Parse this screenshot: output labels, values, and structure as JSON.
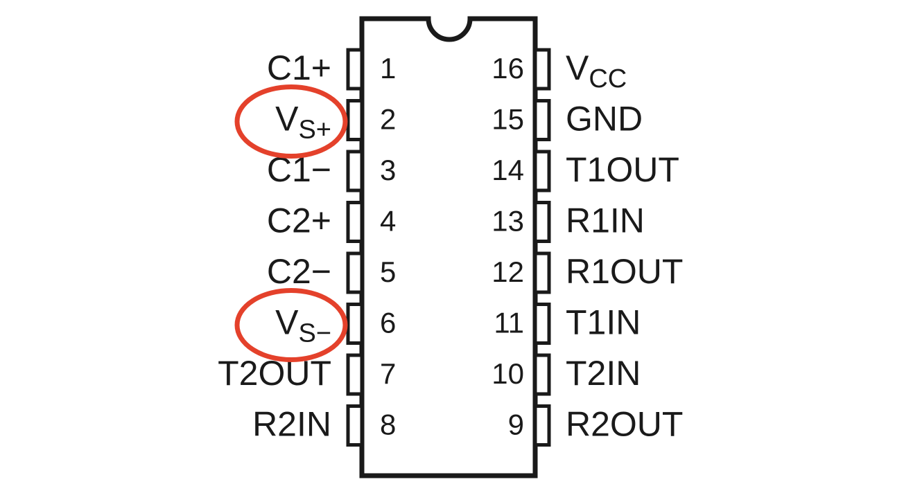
{
  "pins": {
    "left": [
      {
        "number": "1",
        "label": "C1+",
        "sub": ""
      },
      {
        "number": "2",
        "label": "V",
        "sub": "S+"
      },
      {
        "number": "3",
        "label": "C1−",
        "sub": ""
      },
      {
        "number": "4",
        "label": "C2+",
        "sub": ""
      },
      {
        "number": "5",
        "label": "C2−",
        "sub": ""
      },
      {
        "number": "6",
        "label": "V",
        "sub": "S−"
      },
      {
        "number": "7",
        "label": "T2OUT",
        "sub": ""
      },
      {
        "number": "8",
        "label": "R2IN",
        "sub": ""
      }
    ],
    "right": [
      {
        "number": "16",
        "label": "V",
        "sub": "CC"
      },
      {
        "number": "15",
        "label": "GND",
        "sub": ""
      },
      {
        "number": "14",
        "label": "T1OUT",
        "sub": ""
      },
      {
        "number": "13",
        "label": "R1IN",
        "sub": ""
      },
      {
        "number": "12",
        "label": "R1OUT",
        "sub": ""
      },
      {
        "number": "11",
        "label": "T1IN",
        "sub": ""
      },
      {
        "number": "10",
        "label": "T2IN",
        "sub": ""
      },
      {
        "number": "9",
        "label": "R2OUT",
        "sub": ""
      }
    ]
  },
  "highlighted_pins": [
    "2",
    "6"
  ],
  "colors": {
    "outline": "#1a1a1a",
    "highlight": "#e4412b",
    "background": "#ffffff"
  }
}
